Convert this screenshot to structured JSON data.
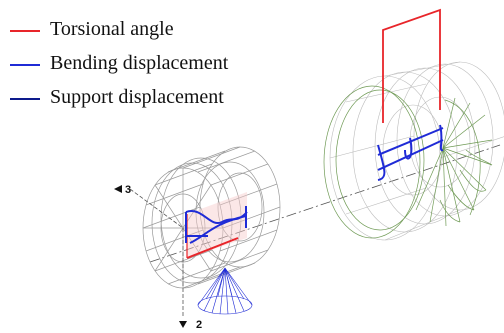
{
  "legend": [
    {
      "label": "Torsional angle",
      "color": "#e8252a"
    },
    {
      "label": "Bending displacement",
      "color": "#1f2bd6"
    },
    {
      "label": "Support displacement",
      "color": "#0d1a8c"
    }
  ],
  "axes": {
    "axis3": "3",
    "axis2": "2"
  },
  "colors": {
    "wireframe_gray": "#9a9a9a",
    "wireframe_green": "#6f9a55",
    "highlight_pink": "#f6caca",
    "center_line": "#555555"
  }
}
